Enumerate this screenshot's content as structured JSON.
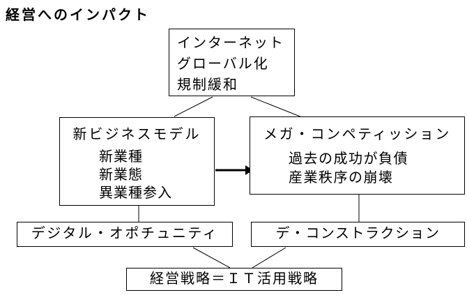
{
  "title": "経営へのインパクト",
  "colors": {
    "background": "#ffffff",
    "line": "#000000",
    "text": "#000000"
  },
  "boxes": {
    "drivers": {
      "lines": [
        "インターネット",
        "グローバル化",
        "規制緩和"
      ]
    },
    "new_business_model": {
      "title": "新ビジネスモデル",
      "items": [
        "新業種",
        "新業態",
        "異業種参入"
      ]
    },
    "mega_competition": {
      "title": "メガ・コンペティッション",
      "items": [
        "過去の成功が負債",
        "産業秩序の崩壊"
      ]
    },
    "digital_opportunity": {
      "label": "デジタル・オポチュニティ"
    },
    "deconstruction": {
      "label": "デ・コンストラクション"
    },
    "strategy": {
      "label": "経営戦略＝ＩＴ活用戦略"
    }
  }
}
